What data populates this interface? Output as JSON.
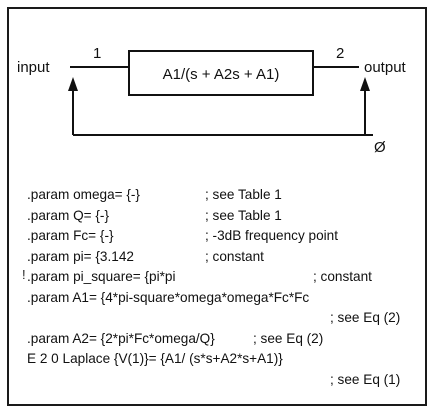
{
  "diagram": {
    "input_label": "input",
    "output_label": "output",
    "node_in": "1",
    "node_out": "2",
    "transfer_function": "A1/(s + A2s + A1)",
    "ground_symbol": "Ø"
  },
  "netlist": [
    {
      "code": ".param omega= {-}",
      "comment": "; see Table 1"
    },
    {
      "code": ".param Q= {-}",
      "comment": "; see Table 1"
    },
    {
      "code": ".param Fc= {-}",
      "comment": "; -3dB frequency point"
    },
    {
      "code": ".param pi= {3.142",
      "comment": "; constant"
    },
    {
      "code": ".param pi_square= {pi*pi",
      "comment": "; constant"
    },
    {
      "code": ".param A1= {4*pi-square*omega*omega*Fc*Fc",
      "comment": ""
    },
    {
      "code": "",
      "comment": "; see Eq (2)"
    },
    {
      "code": ".param A2= {2*pi*Fc*omega/Q}",
      "comment": "; see Eq (2)"
    },
    {
      "code": "E 2 0 Laplace {V(1)}= {A1/ (s*s+A2*s+A1)}",
      "comment": ""
    },
    {
      "code": "",
      "comment": "; see Eq (1)"
    }
  ],
  "stray_mark": "!"
}
